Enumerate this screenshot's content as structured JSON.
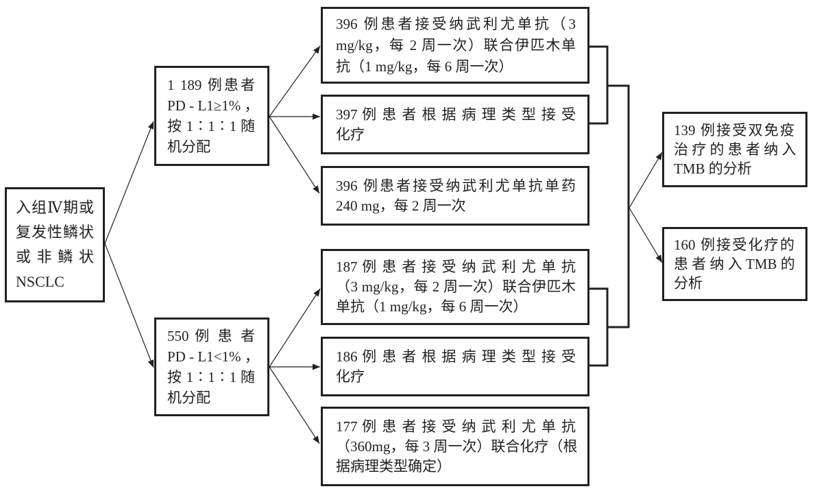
{
  "colors": {
    "ink": "#231f20",
    "background": "#ffffff"
  },
  "nodes": {
    "enrollment": {
      "lines": [
        "入组Ⅳ期或",
        "复发性鳞状",
        "或 非 鳞 状",
        "NSCLC"
      ]
    },
    "pdl1_high": {
      "lines": [
        "1 189 例患者",
        "PD - L1≥1% ，",
        "按 1∶1∶1 随",
        "机分配"
      ]
    },
    "pdl1_low": {
      "lines": [
        "550 例 患 者",
        "PD - L1<1% ，",
        "按 1∶1∶1 随",
        "机分配"
      ]
    },
    "high_arm_nivo_ipi": {
      "lines": [
        "396 例患者接受纳武利尤单抗（3",
        "mg/kg，每 2 周一次）联合伊匹木单",
        "抗（1 mg/kg，每 6 周一次）"
      ]
    },
    "high_arm_chemo": {
      "lines": [
        "397 例 患 者 根 据 病 理 类 型 接 受",
        "化疗"
      ]
    },
    "high_arm_nivo_mono": {
      "lines": [
        "396 例患者接受纳武利尤单抗单药",
        "240 mg，每 2 周一次"
      ]
    },
    "low_arm_nivo_ipi": {
      "lines": [
        "187 例 患 者 接 受 纳 武 利 尤 单 抗",
        "（3 mg/kg，每 2 周一次）联合伊匹木",
        "单抗（1 mg/kg，每 6 周一次）"
      ]
    },
    "low_arm_chemo": {
      "lines": [
        "186 例 患 者 根 据 病 理 类 型 接 受",
        "化疗"
      ]
    },
    "low_arm_nivo_chemo": {
      "lines": [
        "177 例 患 者 接 受 纳 武 利 尤 单 抗",
        "（360mg，每 3 周一次）联合化疗（根",
        "据病理类型确定）"
      ]
    },
    "tmb_dual_immuno": {
      "lines": [
        "139 例接受双免疫",
        "治 疗 的 患 者 纳 入",
        "TMB 的分析"
      ]
    },
    "tmb_chemo": {
      "lines": [
        "160 例接受化疗的",
        "患 者 纳 入 TMB 的",
        "分析"
      ]
    }
  }
}
